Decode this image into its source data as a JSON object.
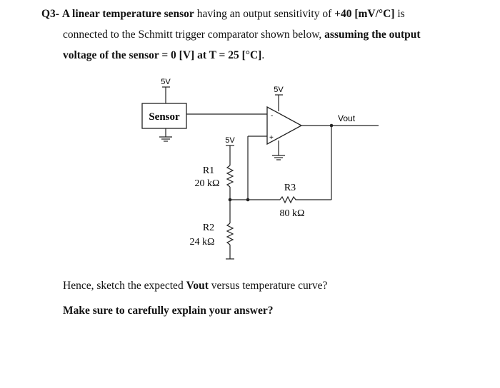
{
  "question": {
    "number": "Q3-",
    "line1_a": "A linear temperature sensor",
    "line1_b": " having an output sensitivity of ",
    "line1_c": "+40 [mV/°C]",
    "line1_d": " is",
    "line2_a": "connected to the Schmitt trigger comparator shown below, ",
    "line2_b": "assuming the output",
    "line3_a": "voltage of the sensor",
    "line3_b": " = 0 [V] at T = 25 [°C]",
    "line3_c": "."
  },
  "circuit": {
    "supply_sensor": "5V",
    "supply_opamp": "5V",
    "supply_divider": "5V",
    "sensor_label": "Sensor",
    "output_label": "Vout",
    "opamp_minus": "-",
    "opamp_plus": "+",
    "r1_name": "R1",
    "r1_value": "20 kΩ",
    "r2_name": "R2",
    "r2_value": "24 kΩ",
    "r3_name": "R3",
    "r3_value": "80 kΩ"
  },
  "footer": {
    "line1_a": "Hence, sketch the expected ",
    "line1_b": "Vout",
    "line1_c": " versus temperature curve?",
    "line2": "Make sure to carefully explain your answer?"
  }
}
